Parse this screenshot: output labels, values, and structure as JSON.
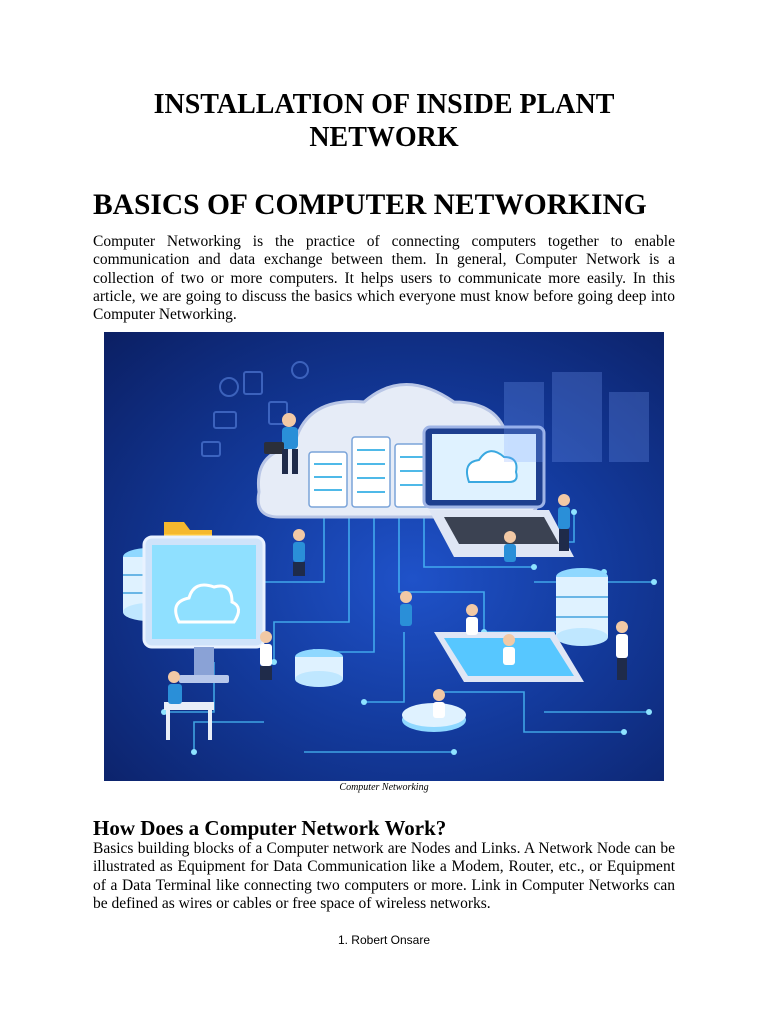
{
  "document": {
    "title": "INSTALLATION OF INSIDE PLANT NETWORK",
    "section_heading": "BASICS OF COMPUTER NETWORKING",
    "intro_paragraph": "Computer Networking is the practice of connecting computers together to enable communication and data exchange between them. In general, Computer Network is a collection of two or more computers. It helps users to communicate more easily. In this article, we are going to discuss the basics which everyone must know before going deep into Computer Networking.",
    "figure_caption": "Computer Networking",
    "subheading": "How Does a Computer Network Work?",
    "body_paragraph": "Basics building blocks of a Computer network are Nodes and Links. A Network Node can be illustrated as Equipment for Data Communication like a Modem, Router, etc., or Equipment of a Data Terminal like connecting two computers or more. Link in Computer Networks can be defined as wires or cables or free space of wireless networks.",
    "footer": "1. Robert Onsare"
  },
  "colors": {
    "figure_background": "#133a9c",
    "figure_accent": "#43c4ff",
    "cloud": "#e6ecf7"
  }
}
